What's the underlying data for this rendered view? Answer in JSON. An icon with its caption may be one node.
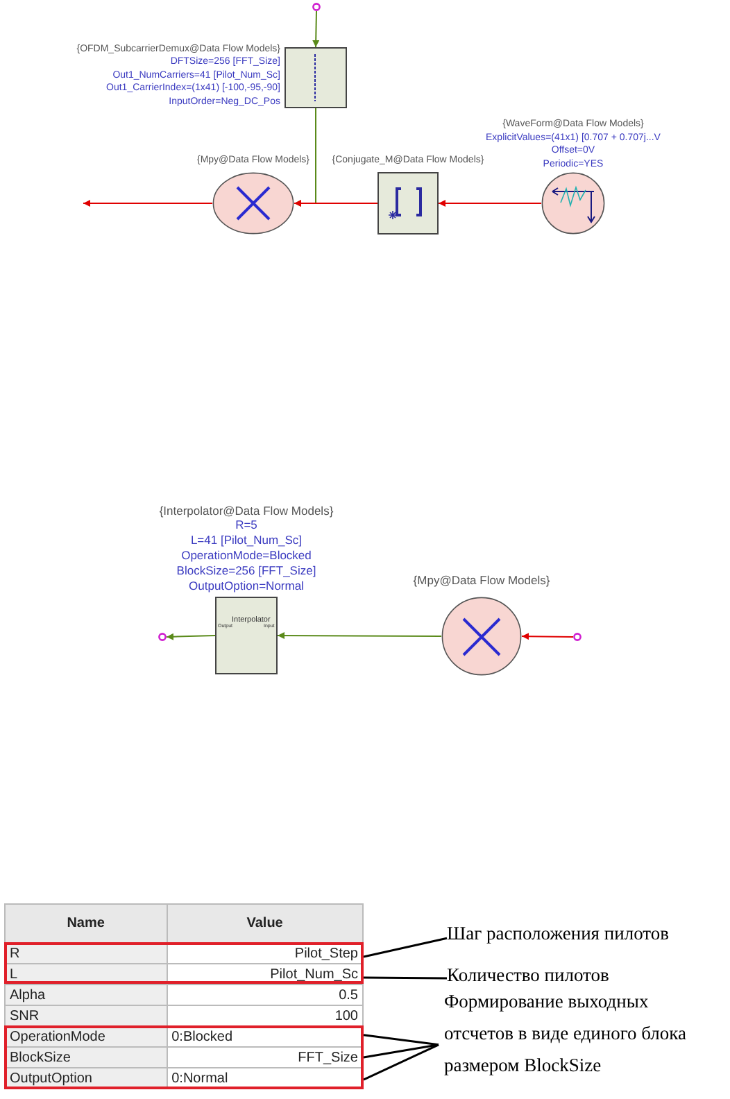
{
  "diagram": {
    "nodes": [
      {
        "text": [],
        "shape": "circle"
      },
      {
        "text": [],
        "shape": "box",
        "beside": [
          "{OFDM_SubcarrierDemux@Data Flow Models}",
          "DFTSize=256 [FFT_Size]",
          "Out1_NumCarriers=41 [Pilot_Num_Sc]",
          "Out1_CarrierIndex=(1x41) [-100,-95,-90]",
          "InputOrder=Neg_DC_Pos"
        ]
      },
      {
        "text": [],
        "shape": "circle",
        "beside": [
          "{Mpy@Data Flow Models}"
        ]
      },
      {
        "text": [],
        "shape": "box",
        "beside": [
          "{Conjugate_M@Data Flow Models}"
        ]
      },
      {
        "text": [],
        "shape": "circle",
        "beside": [
          "{WaveForm@Data Flow Models}",
          "ExplicitValues=(41x1) [0.707 + 0.707j...V",
          "Offset=0V",
          "Periodic=YES"
        ]
      },
      {
        "text": [
          "Output",
          "Interpolator",
          "Input"
        ],
        "beside": [
          "{Interpolator@Data Flow Models}",
          "R=5",
          "L=41 [Pilot_Num_Sc]",
          "OperationMode=Blocked",
          "BlockSize=256 [FFT_Size]",
          "OutputOption=Normal"
        ]
      },
      {
        "text": [],
        "shape": "circle",
        "beside": [
          "{Mpy@Data Flow Models}"
        ]
      },
      {
        "text": [],
        "shape": "circle"
      },
      {
        "text": [],
        "shape": "circle"
      },
      {
        "text": [],
        "shape": "box"
      },
      {
        "text": [],
        "shape": "box"
      },
      {
        "text": [
          "Шаг расположения пилотов"
        ]
      },
      {
        "text": [
          "Количество пилотов"
        ]
      },
      {
        "text": [
          "Формирование выходных отсчетов в виде единого блока размером BlockSize"
        ]
      }
    ],
    "edges": [
      {
        "from": 0,
        "to": 1,
        "arrow": "to",
        "color": "#5a8a1a"
      },
      {
        "from": 1,
        "to": 2,
        "arrow": "to",
        "color": "#5a8a1a"
      },
      {
        "from": 3,
        "to": 2,
        "arrow": "to",
        "color": "#e00000"
      },
      {
        "from": 4,
        "to": 3,
        "arrow": "to",
        "color": "#e00000"
      },
      {
        "from": 2,
        "to": null,
        "arrow": "to",
        "color": "#e00000"
      },
      {
        "from": 8,
        "to": 6,
        "arrow": "to",
        "color": "#e00000"
      },
      {
        "from": 6,
        "to": 5,
        "arrow": "to",
        "color": "#5a8a1a"
      },
      {
        "from": 5,
        "to": 7,
        "arrow": "to",
        "color": "#5a8a1a"
      },
      {
        "from": 11,
        "to": 9,
        "arrow": "none"
      },
      {
        "from": 12,
        "to": 9,
        "arrow": "none"
      },
      {
        "from": 13,
        "to": 10,
        "arrow": "none"
      },
      {
        "from": 13,
        "to": 10,
        "arrow": "none"
      },
      {
        "from": 13,
        "to": 10,
        "arrow": "none"
      }
    ],
    "labels": [
      "Name",
      "Value",
      "R",
      "Pilot_Step",
      "L",
      "Pilot_Num_Sc",
      "Alpha",
      "0.5",
      "SNR",
      "100",
      "OperationMode",
      "0:Blocked",
      "BlockSize",
      "FFT_Size",
      "OutputOption",
      "0:Normal"
    ]
  }
}
